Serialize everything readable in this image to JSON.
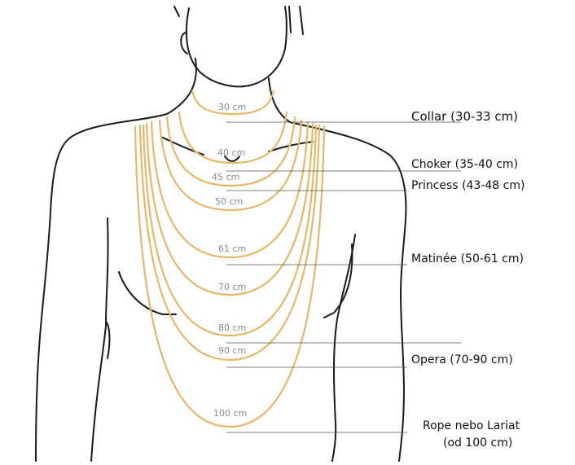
{
  "colors": {
    "chain": "#e3b86a",
    "chain_dark": "#d9a44f",
    "body_outline": "#1a1a1a",
    "length_label": "#8a8a8a",
    "style_label": "#111111",
    "leader_line": "#555555"
  },
  "lengths": [
    {
      "id": "30",
      "label": "30 cm"
    },
    {
      "id": "40",
      "label": "40 cm"
    },
    {
      "id": "45",
      "label": "45 cm"
    },
    {
      "id": "50",
      "label": "50 cm"
    },
    {
      "id": "61",
      "label": "61 cm"
    },
    {
      "id": "70",
      "label": "70 cm"
    },
    {
      "id": "80",
      "label": "80 cm"
    },
    {
      "id": "90",
      "label": "90 cm"
    },
    {
      "id": "100",
      "label": "100 cm"
    }
  ],
  "styles": {
    "collar": "Collar (30-33 cm)",
    "choker": "Choker (35-40 cm)",
    "princess": "Princess (43-48 cm)",
    "matinee": "Matinée (50-61 cm)",
    "opera": "Opera (70-90 cm)",
    "rope_line1": "Rope nebo Lariat",
    "rope_line2": "(od 100 cm)"
  }
}
